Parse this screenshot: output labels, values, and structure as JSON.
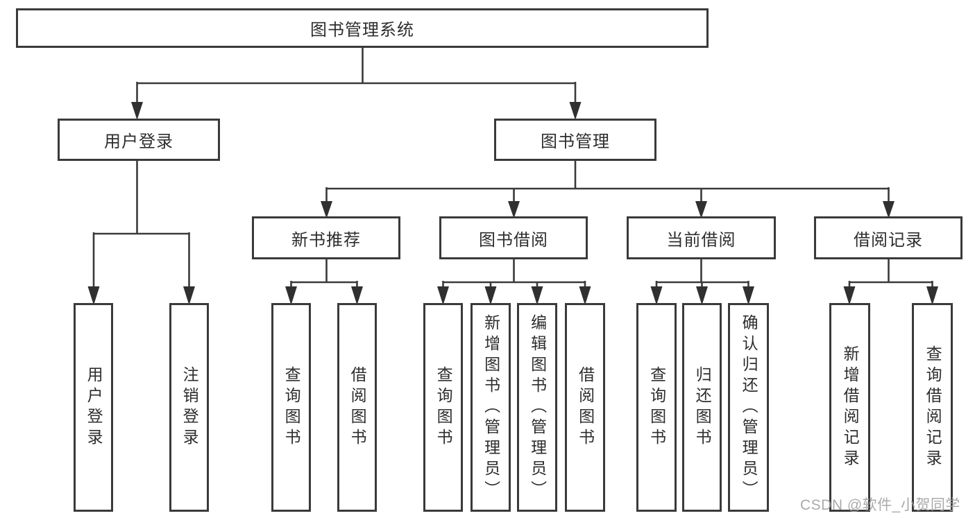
{
  "nodes": {
    "root": "图书管理系统",
    "level1": [
      "用户登录",
      "图书管理"
    ],
    "level2": [
      "新书推荐",
      "图书借阅",
      "当前借阅",
      "借阅记录"
    ],
    "user_login_children": [
      "用户登录",
      "注销登录"
    ],
    "new_book_children": [
      "查询图书",
      "借阅图书"
    ],
    "book_borrow_children": [
      "查询图书",
      "新增图书（管理员）",
      "编辑图书（管理员）",
      "借阅图书"
    ],
    "current_borrow_children": [
      "查询图书",
      "归还图书",
      "确认归还（管理员）"
    ],
    "borrow_record_children": [
      "新增借阅记录",
      "查询借阅记录"
    ]
  },
  "watermark": "CSDN @软件_小贺同学",
  "colors": {
    "line": "#3a3a3a",
    "box_border": "#3a3a3a",
    "text": "#2d2d2d",
    "background": "#ffffff",
    "watermark": "#9e9e9e"
  }
}
